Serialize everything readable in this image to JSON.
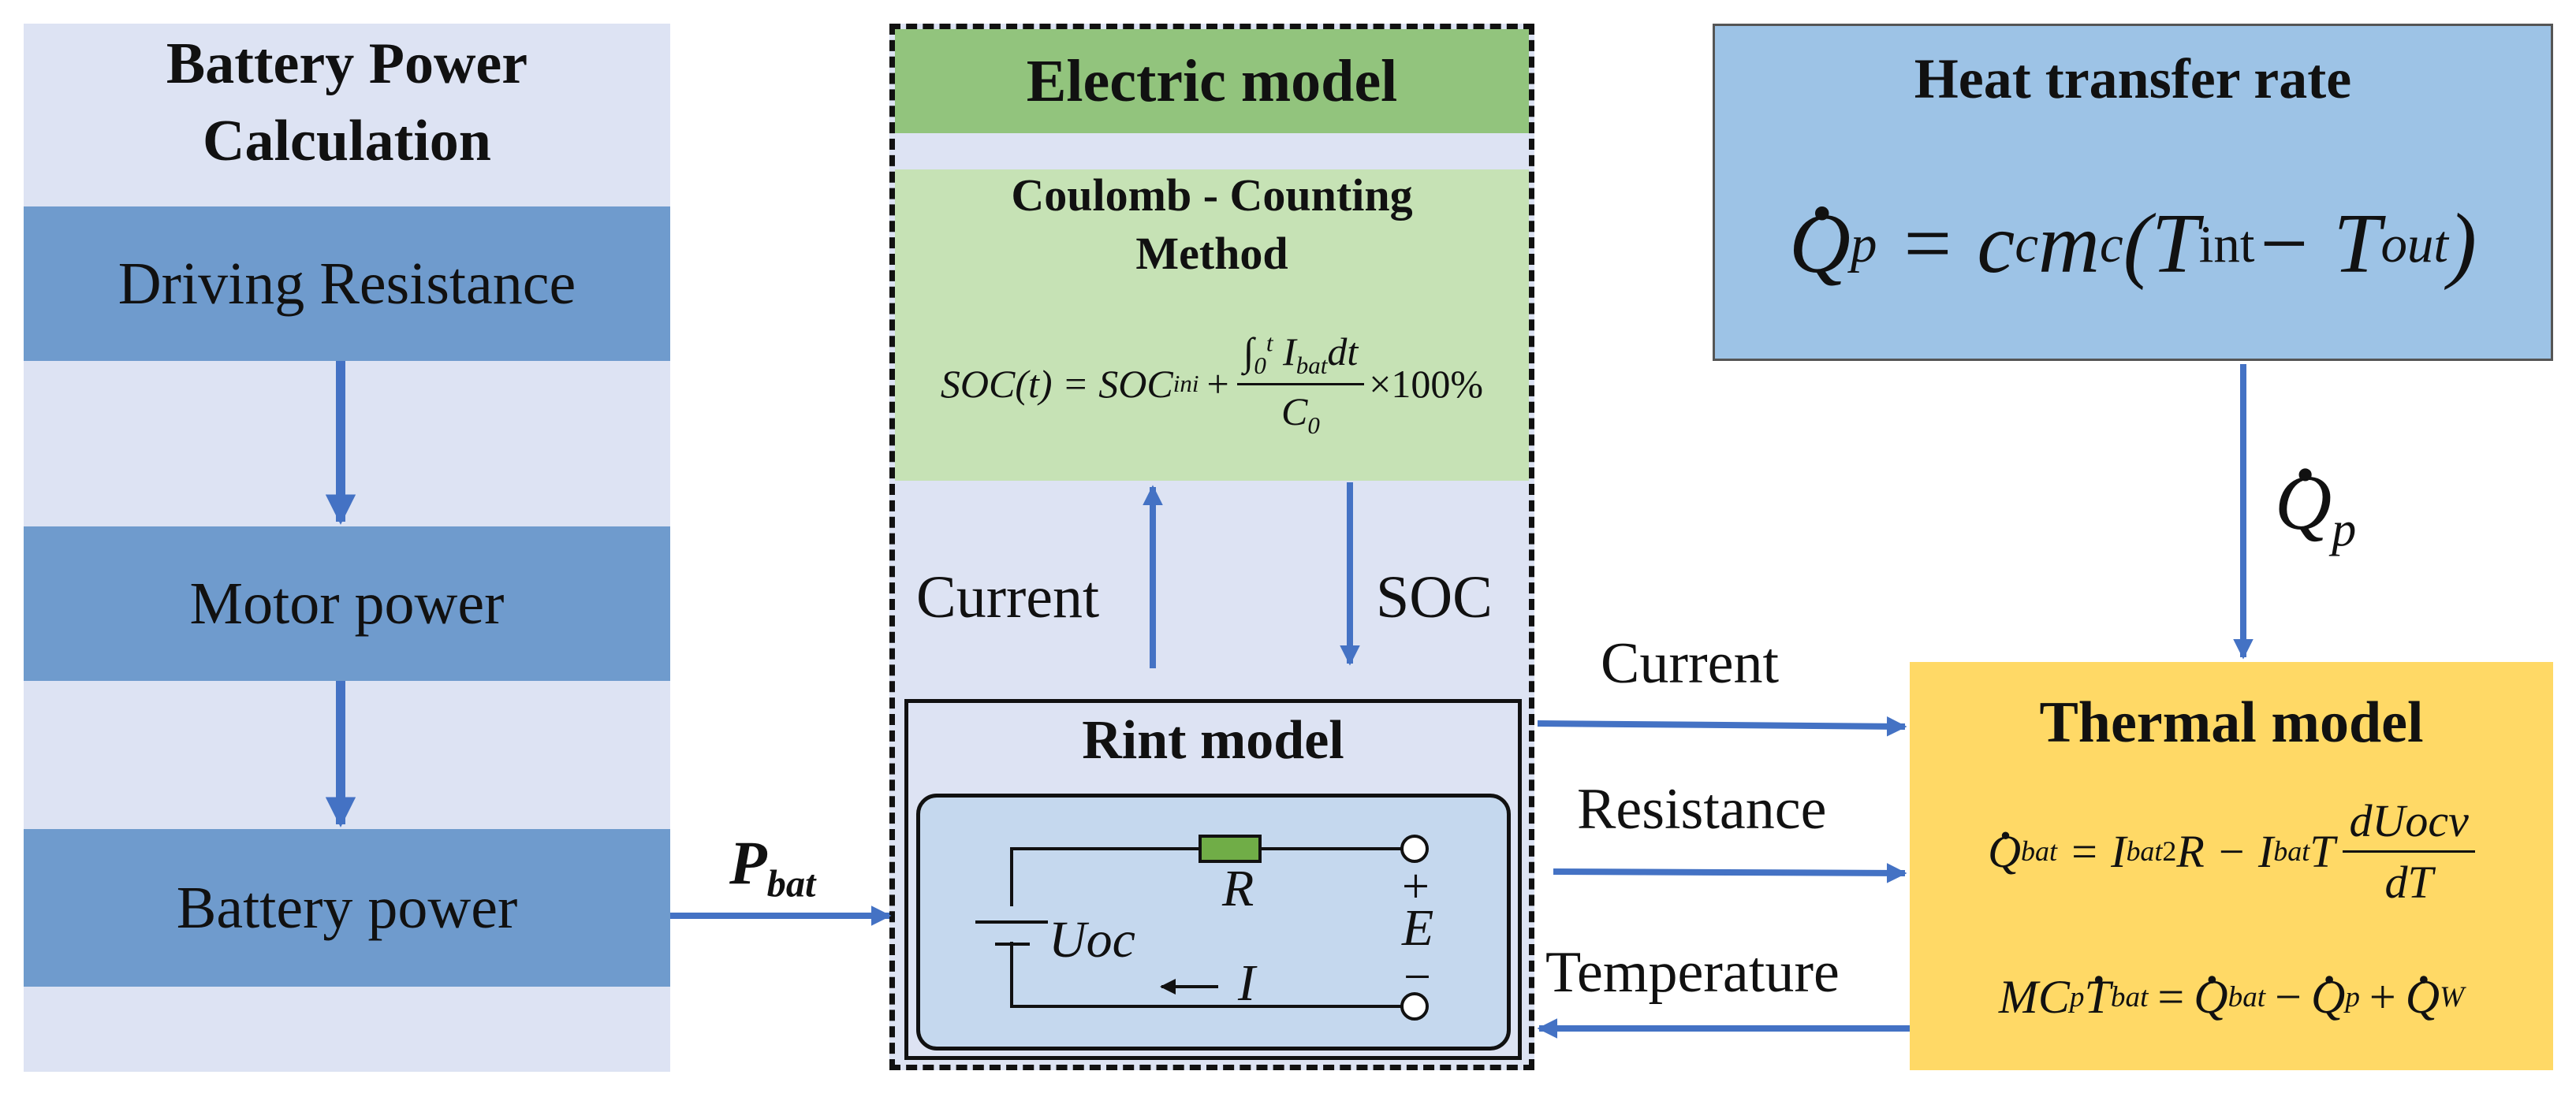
{
  "colors": {
    "left_panel_bg": "#dde3f3",
    "step_box": "#6f9bcd",
    "electric_header": "#92c47d",
    "coulomb_box": "#c6e2b5",
    "heat_box": "#9dc3e6",
    "thermal_box": "#ffd966",
    "rint_inner": "#c5d8ee",
    "arrow": "#4472c4",
    "resistor": "#70ad47"
  },
  "left_panel": {
    "title_line1": "Battery Power",
    "title_line2": "Calculation",
    "steps": [
      "Driving Resistance",
      "Motor power",
      "Battery power"
    ]
  },
  "pbat_label": {
    "main": "P",
    "sub": "bat"
  },
  "electric_model": {
    "title": "Electric model",
    "coulomb_title_line1": "Coulomb - Counting",
    "coulomb_title_line2": "Method",
    "soc_lhs": "SOC(t) = SOC",
    "soc_lhs_sub": "ini",
    "soc_plus": "+",
    "soc_num_integral": "∫",
    "soc_num_upper": "t",
    "soc_num_lower": "0",
    "soc_num_I": "I",
    "soc_num_I_sub": "bat",
    "soc_num_dt": "dt",
    "soc_den": "C",
    "soc_den_sub": "0",
    "soc_tail": "×100%",
    "current_label": "Current",
    "soc_label": "SOC",
    "rint_title": "Rint model",
    "circuit": {
      "R": "R",
      "Uoc": "Uoc",
      "E": "E",
      "I": "I",
      "plus": "+",
      "minus": "−"
    }
  },
  "heat_transfer": {
    "title": "Heat transfer rate",
    "eq_Q": "Q",
    "eq_Q_sub": "p",
    "eq_rest": "= c",
    "eq_c_sub": "c",
    "eq_m": "m",
    "eq_m_sub": "c",
    "eq_paren_open": "(T",
    "eq_int_sub": "int",
    "eq_minus": " − T",
    "eq_out_sub": "out",
    "eq_paren_close": ")",
    "qp_label": "Q",
    "qp_label_sub": "p"
  },
  "links": {
    "current": "Current",
    "resistance": "Resistance",
    "temperature": "Temperature"
  },
  "thermal_model": {
    "title": "Thermal model",
    "eq1_Q": "Q",
    "eq1_Q_sub": "bat",
    "eq1_mid": "= I",
    "eq1_I_sub": "bat",
    "eq1_sup": "2",
    "eq1_R": "R − I",
    "eq1_I2_sub": "bat",
    "eq1_T": "T",
    "eq1_num": "dUocv",
    "eq1_den": "dT",
    "eq2_MC": "MC",
    "eq2_MC_sub": "p",
    "eq2_T": "T",
    "eq2_T_sub": "bat",
    "eq2_eq": "=",
    "eq2_Q1": "Q",
    "eq2_Q1_sub": "bat",
    "eq2_minus": "−",
    "eq2_Q2": "Q",
    "eq2_Q2_sub": "p",
    "eq2_plus": "+",
    "eq2_Q3": "Q",
    "eq2_Q3_sub": "W"
  }
}
